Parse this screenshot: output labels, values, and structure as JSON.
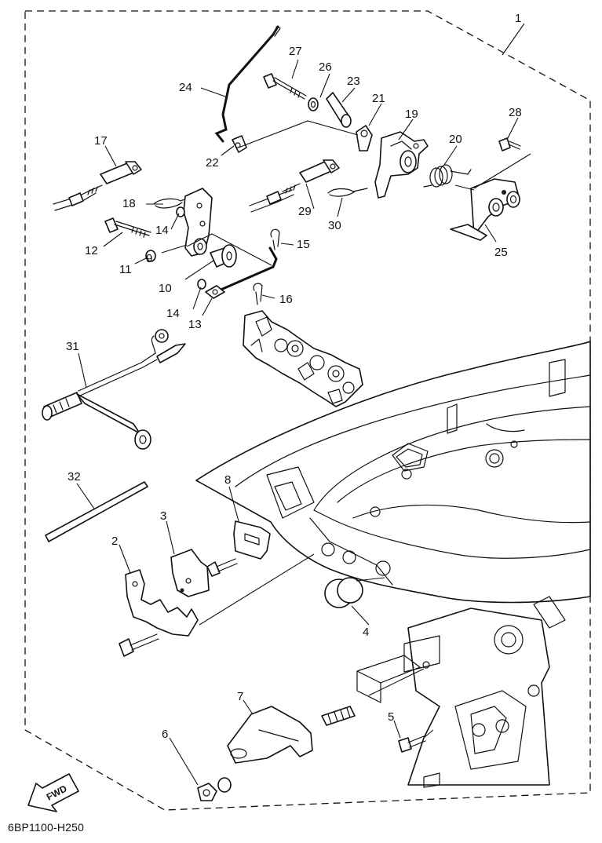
{
  "diagram_code": "6BP1100-H250",
  "direction_badge": "FWD",
  "callouts": [
    "1",
    "2",
    "3",
    "4",
    "5",
    "6",
    "7",
    "8",
    "9",
    "10",
    "11",
    "12",
    "13",
    "14",
    "14",
    "15",
    "16",
    "17",
    "18",
    "19",
    "20",
    "21",
    "22",
    "23",
    "24",
    "25",
    "26",
    "27",
    "28",
    "29",
    "30",
    "31",
    "32"
  ],
  "icons": [
    "fwd-arrow-icon"
  ]
}
